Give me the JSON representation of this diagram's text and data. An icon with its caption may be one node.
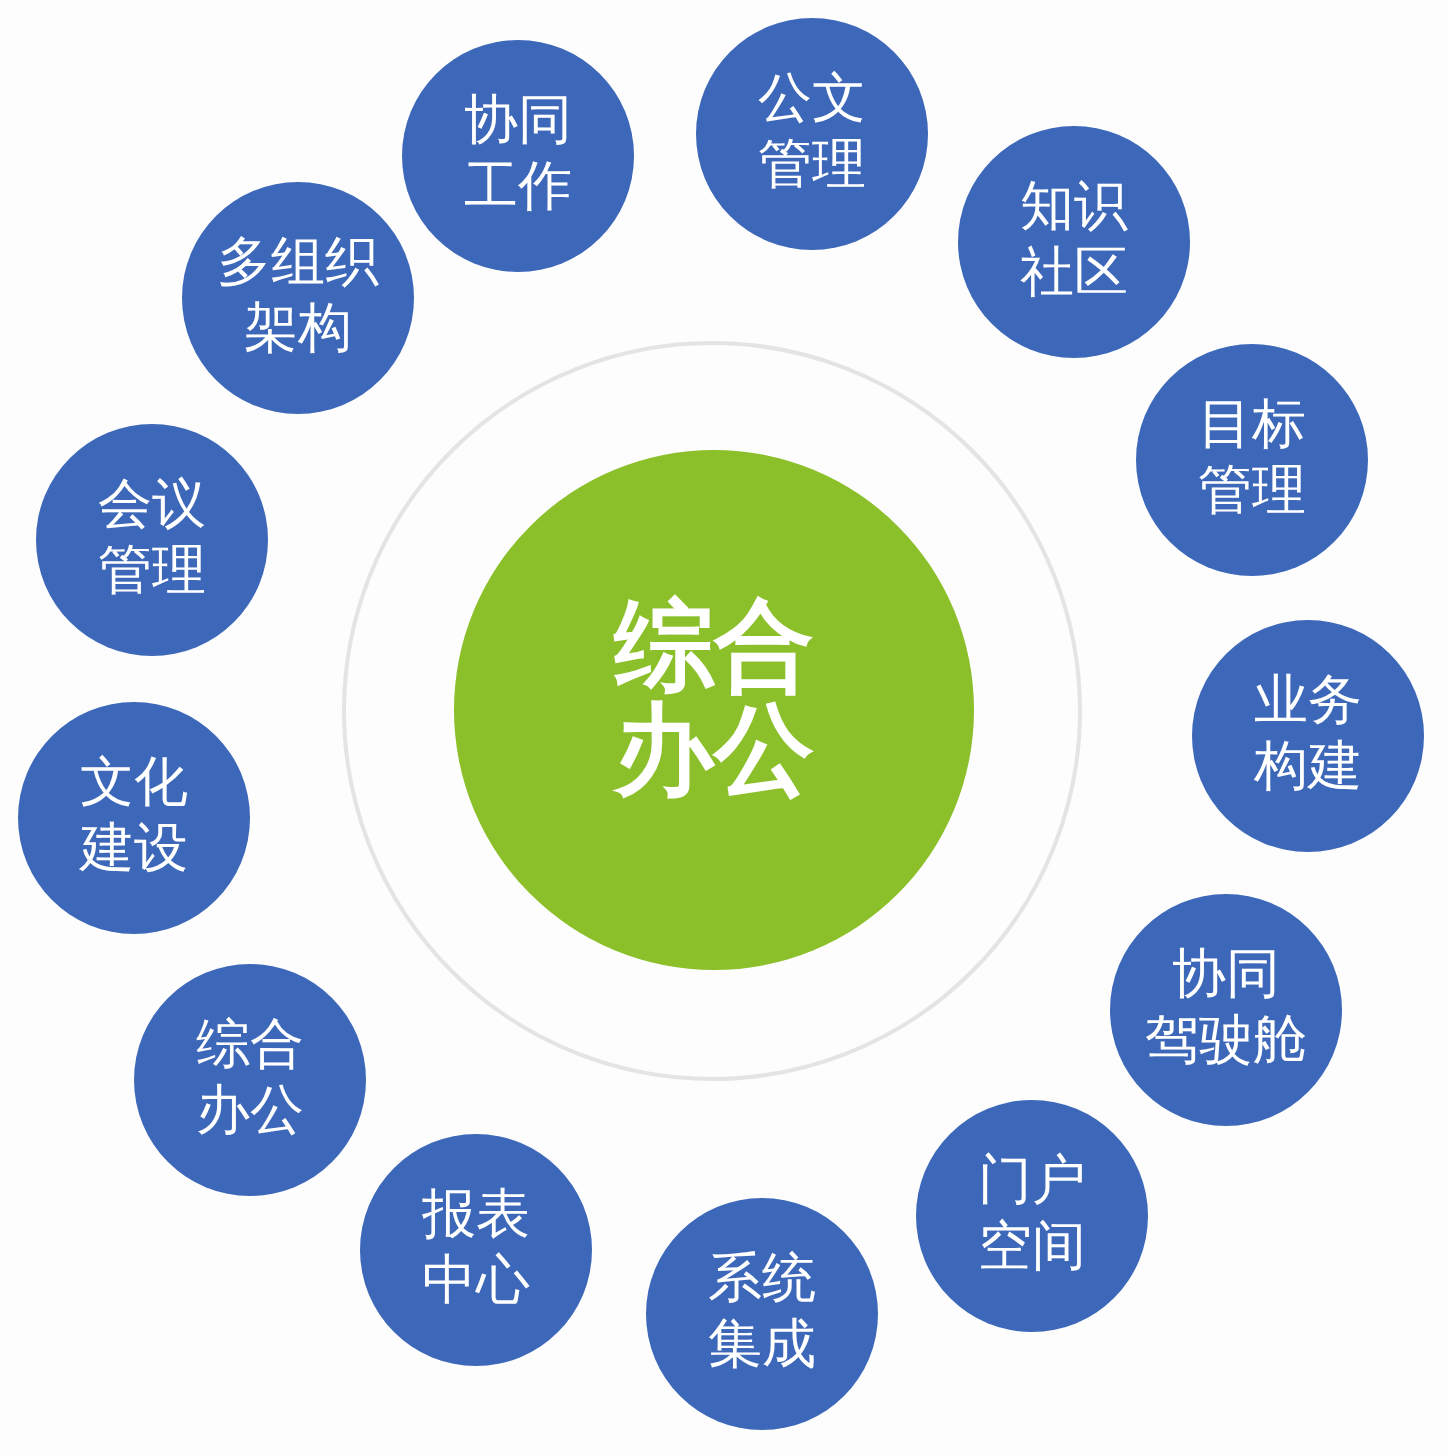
{
  "diagram": {
    "nodes": [
      {
        "text": [
          "综合办公"
        ]
      },
      {
        "text": [
          "协同工作"
        ]
      },
      {
        "text": [
          "公文管理"
        ]
      },
      {
        "text": [
          "知识社区"
        ]
      },
      {
        "text": [
          "目标管理"
        ]
      },
      {
        "text": [
          "业务构建"
        ]
      },
      {
        "text": [
          "协同驾驶舱"
        ]
      },
      {
        "text": [
          "门户空间"
        ]
      },
      {
        "text": [
          "系统集成"
        ]
      },
      {
        "text": [
          "报表中心"
        ]
      },
      {
        "text": [
          "综合办公"
        ]
      },
      {
        "text": [
          "文化建设"
        ]
      },
      {
        "text": [
          "会议管理"
        ]
      },
      {
        "text": [
          "多组织架构"
        ]
      }
    ]
  }
}
